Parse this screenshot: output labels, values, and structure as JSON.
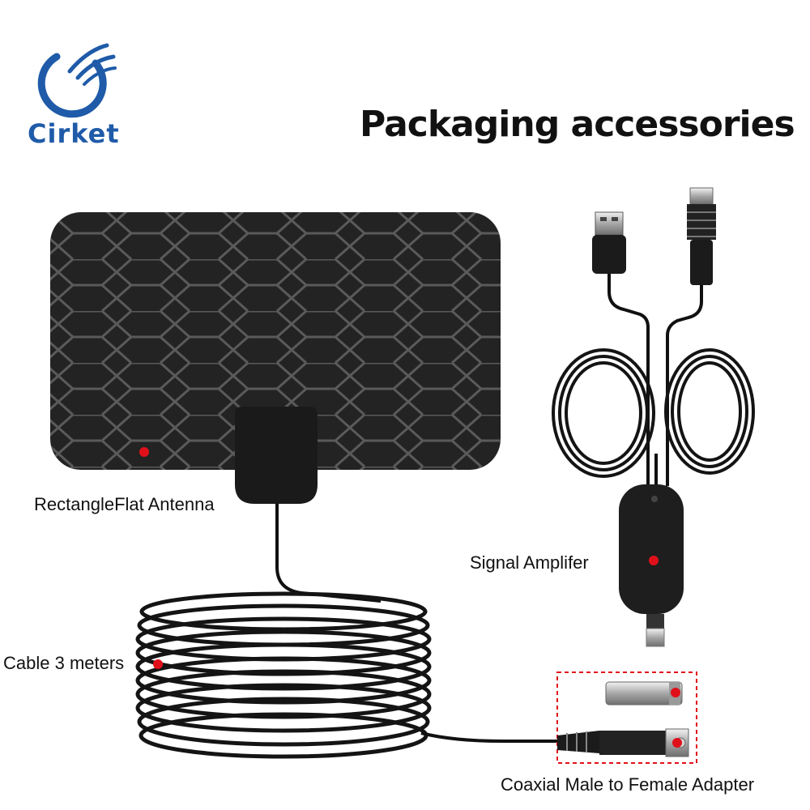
{
  "brand": {
    "name": "Cirket",
    "color": "#1f5ba8"
  },
  "header": {
    "title": "Packaging accessories"
  },
  "items": [
    {
      "key": "antenna",
      "label": "RectangleFlat Antenna",
      "icon": "flat-antenna"
    },
    {
      "key": "amplifier",
      "label": "Signal Amplifer",
      "icon": "signal-amplifier"
    },
    {
      "key": "cable",
      "label": "Cable 3 meters",
      "icon": "coiled-cable"
    },
    {
      "key": "adapter",
      "label": "Coaxial Male to Female Adapter",
      "icon": "coaxial-adapter"
    }
  ],
  "colors": {
    "marker": "#e0101a",
    "product": "#1a1a1a",
    "honeycomb": "#5a5a5a",
    "dashed_box": "#e0101a"
  }
}
